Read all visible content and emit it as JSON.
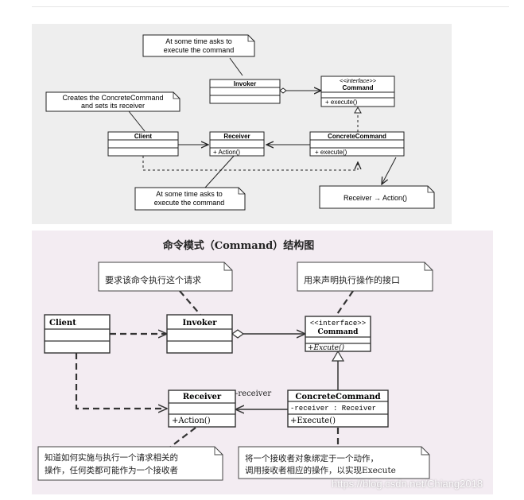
{
  "diagram1": {
    "note_invoker": [
      "At some time asks to",
      "execute the command"
    ],
    "note_client": [
      "Creates the ConcreteCommand",
      "and sets its receiver"
    ],
    "note_receiver": [
      "At some time asks to",
      "execute the command"
    ],
    "note_concrete": "Receiver → Action()",
    "invoker": "Invoker",
    "command_stereotype": "<<interface>>",
    "command": "Command",
    "command_method": "+ execute()",
    "client": "Client",
    "receiver": "Receiver",
    "receiver_method": "+ Action()",
    "concrete": "ConcreteCommand",
    "concrete_method": "+ execute()"
  },
  "diagram2": {
    "title": "命令模式（Command）结构图",
    "note_invoker": "要求该命令执行这个请求",
    "note_command": "用来声明执行操作的接口",
    "note_receiver": [
      "知道如何实施与执行一个请求相关的",
      "操作，任何类都可能作为一个接收者"
    ],
    "note_concrete": [
      "将一个接收者对象绑定于一个动作，",
      "调用接收者相应的操作，以实现Execute"
    ],
    "client": "Client",
    "invoker": "Invoker",
    "command_stereotype": "<<interface>>",
    "command": "Command",
    "command_method": "+Excute()",
    "receiver": "Receiver",
    "receiver_method": "+Action()",
    "receiver_role": "-receiver",
    "concrete": "ConcreteCommand",
    "concrete_attr": "-receiver : Receiver",
    "concrete_method": "+Execute()"
  },
  "watermark": "https://blog.csdn.net/Chiang2018"
}
